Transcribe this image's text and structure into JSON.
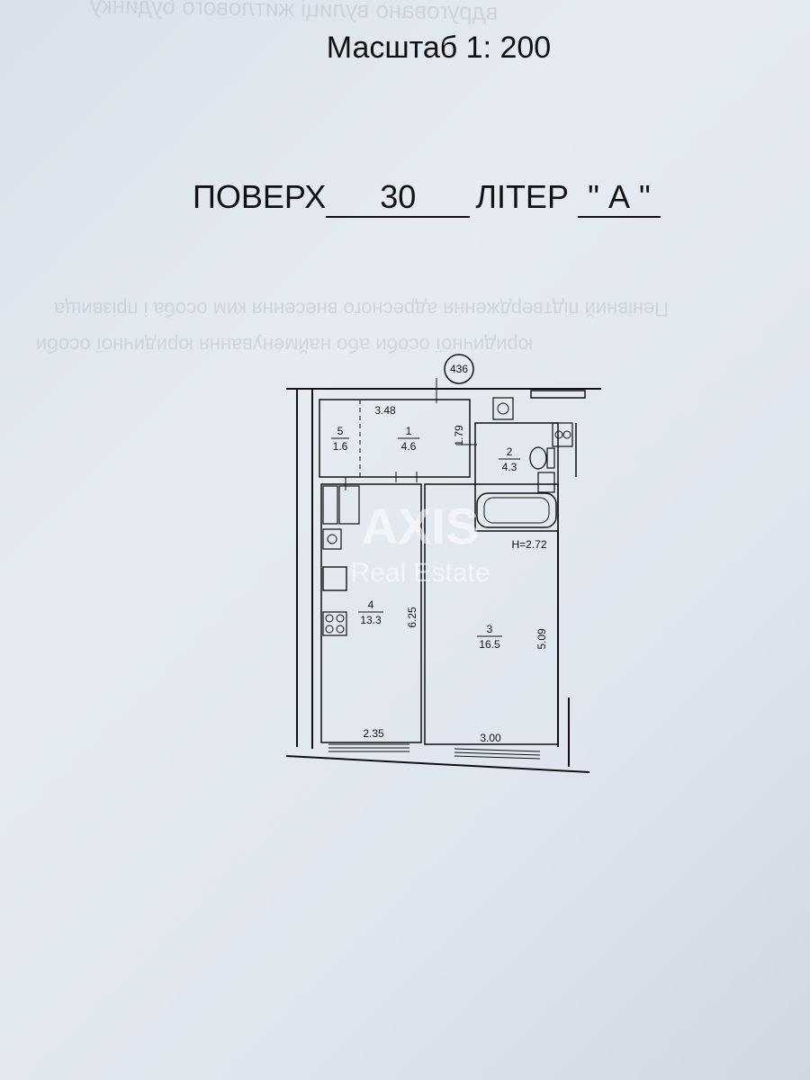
{
  "header": {
    "scale": "Масштаб 1: 200",
    "floor_label": "ПОВЕРХ",
    "floor_value": "30",
    "letter_label": "ЛІТЕР",
    "letter_value": "\" А \""
  },
  "plan": {
    "marker": "436",
    "height_label": "H=2.72",
    "rooms": [
      {
        "num": "1",
        "area": "4.6"
      },
      {
        "num": "2",
        "area": "4.3"
      },
      {
        "num": "3",
        "area": "16.5"
      },
      {
        "num": "4",
        "area": "13.3"
      },
      {
        "num": "5",
        "area": "1.6"
      }
    ],
    "dimensions": {
      "top_width": "3.48",
      "hall_depth": "1.79",
      "kitchen_length": "6.25",
      "room_length": "5.09",
      "kitchen_width": "2.35",
      "room_width": "3.00"
    }
  },
  "watermark": {
    "line1": "AXIS",
    "line2": "Real Estate"
  }
}
